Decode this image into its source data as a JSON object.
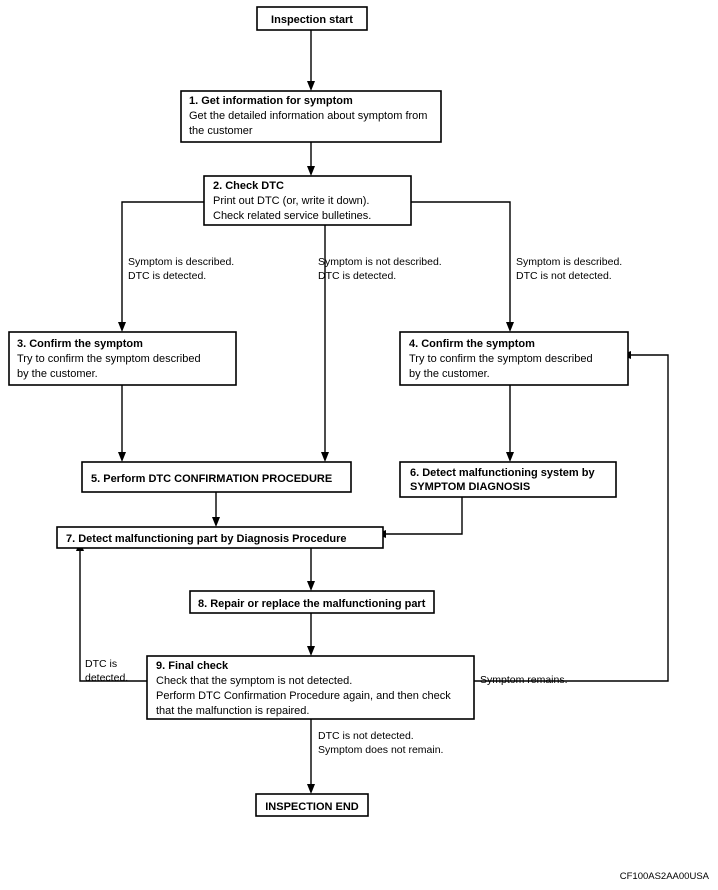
{
  "figure": {
    "id_code": "CF100AS2AA00USA",
    "accent_color": "#000000",
    "background_color": "#ffffff"
  },
  "nodes": {
    "start": {
      "label": "Inspection start"
    },
    "step1": {
      "title": "1. Get information for symptom",
      "line1": "Get the detailed information about symptom from",
      "line2": "the customer"
    },
    "step2": {
      "title": "2. Check DTC",
      "line1": "Print out DTC (or, write it down).",
      "line2": "Check related service bulletines."
    },
    "step3": {
      "title": "3. Confirm the symptom",
      "line1": "Try to confirm the symptom described",
      "line2": "by the customer."
    },
    "step4": {
      "title": "4. Confirm the symptom",
      "line1": "Try to confirm the symptom described",
      "line2": "by the customer."
    },
    "step5": {
      "title": "5. Perform DTC CONFIRMATION PROCEDURE"
    },
    "step6": {
      "title": "6. Detect malfunctioning system by",
      "line1": "SYMPTOM DIAGNOSIS"
    },
    "step7": {
      "title": "7. Detect malfunctioning part by Diagnosis Procedure"
    },
    "step8": {
      "title": "8. Repair or replace the malfunctioning part"
    },
    "step9": {
      "title": "9. Final check",
      "line1": "Check that the symptom is not detected.",
      "line2": "Perform DTC Confirmation Procedure again, and then check",
      "line3": "that the malfunction is repaired."
    },
    "end": {
      "label": "INSPECTION END"
    }
  },
  "branch_labels": {
    "left": {
      "line1": "Symptom is described.",
      "line2": "DTC is detected."
    },
    "middle": {
      "line1": "Symptom is not described.",
      "line2": "DTC is detected."
    },
    "right": {
      "line1": "Symptom is described.",
      "line2": "DTC is not detected."
    },
    "dtc_detected": {
      "line1": "DTC is",
      "line2": "detected."
    },
    "symptom_remains": {
      "line1": "Symptom remains."
    },
    "final_pass": {
      "line1": "DTC is not detected.",
      "line2": "Symptom does not remain."
    }
  }
}
